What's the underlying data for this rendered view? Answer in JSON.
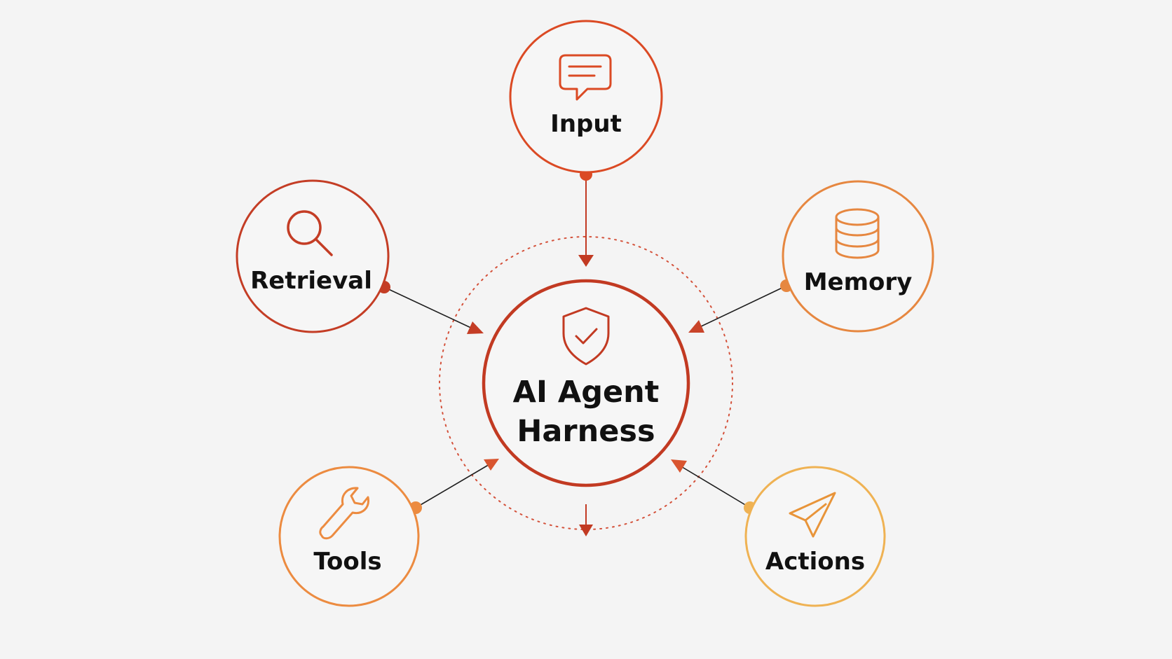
{
  "diagram": {
    "hub": {
      "line1": "AI Agent",
      "line2": "Harness",
      "icon": "shield-check-icon",
      "color": "#c23a22"
    },
    "nodes": {
      "input": {
        "label": "Input",
        "icon": "chat-bubble-icon",
        "color": "#db4a24"
      },
      "retrieval": {
        "label": "Retrieval",
        "icon": "search-icon",
        "color": "#c43d25"
      },
      "memory": {
        "label": "Memory",
        "icon": "database-icon",
        "color": "#e68740"
      },
      "tools": {
        "label": "Tools",
        "icon": "wrench-icon",
        "color": "#ec8b40"
      },
      "actions": {
        "label": "Actions",
        "icon": "paper-plane-icon",
        "color": "#efb253"
      }
    },
    "background": "#f4f4f4"
  }
}
